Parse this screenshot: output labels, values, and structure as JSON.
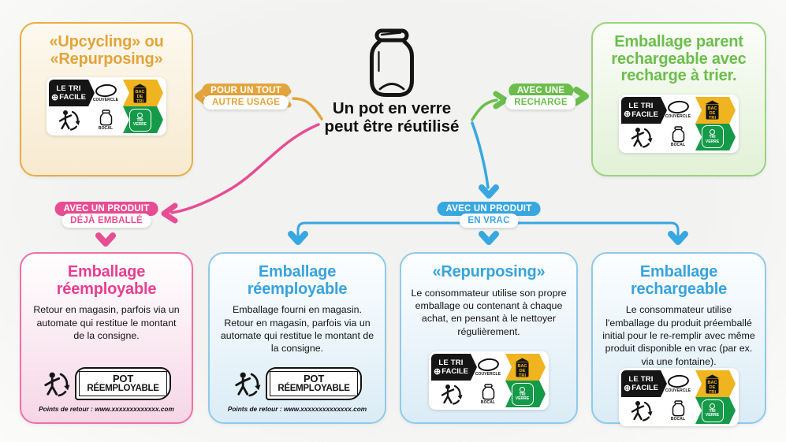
{
  "colors": {
    "gold": "#E2A53C",
    "green": "#6CBE4C",
    "pink": "#E74D92",
    "blue": "#38A7E0",
    "dark": "#151515",
    "bin_yellow": "#EFB41F",
    "glass_green": "#149A48"
  },
  "center": {
    "line1": "Un pot en verre",
    "line2": "peut être réutilisé"
  },
  "branches": {
    "upcycling": {
      "pill1": "POUR UN TOUT",
      "pill2": "AUTRE USAGE"
    },
    "recharge": {
      "pill1": "AVEC UNE",
      "pill2": "RECHARGE"
    },
    "packaged": {
      "pill1": "AVEC UN PRODUIT",
      "pill2": "DÉJÀ EMBALLÉ"
    },
    "bulk": {
      "pill1": "AVEC UN PRODUIT",
      "pill2": "EN VRAC"
    }
  },
  "boxes": {
    "top_left": {
      "title": "«Upcycling» ou «Repurposing»"
    },
    "top_right": {
      "title": "Emballage parent rechargeable avec recharge à trier."
    },
    "bottom1": {
      "title": "Emballage réemployable",
      "body": "Retour en magasin, parfois via un automate qui restitue le montant de la consigne.",
      "footer": "Points de retour : www.xxxxxxxxxxxxx.com"
    },
    "bottom2": {
      "title": "Emballage réemployable",
      "body": "Emballage fourni en magasin. Retour en magasin, parfois via un automate qui restitue le montant de la consigne.",
      "footer": "Points de retour : www.xxxxxxxxxxxxxx.com"
    },
    "bottom3": {
      "title": "«Repurposing»",
      "body": "Le consommateur utilise son propre emballage ou contenant à chaque achat, en pensant à le nettoyer régulièrement."
    },
    "bottom4": {
      "title": "Emballage rechargeable",
      "body": "Le consommateur utilise l'emballage du produit préemballé initial pour le re-remplir avec même produit disponible en vrac (par ex. via une fontaine)."
    }
  },
  "tri_label": {
    "brand_top": "LE TRI",
    "brand_plus": "⊕",
    "brand_bottom": "FACILE",
    "lid": "COUVERCLE",
    "jar": "BOCAL",
    "bin_lines": [
      "BAC",
      "DE",
      "TRI"
    ],
    "glass_lines": [
      "TRI",
      "VERRE"
    ]
  },
  "pot_label": {
    "line1": "POT",
    "line2": "RÉEMPLOYABLE"
  }
}
